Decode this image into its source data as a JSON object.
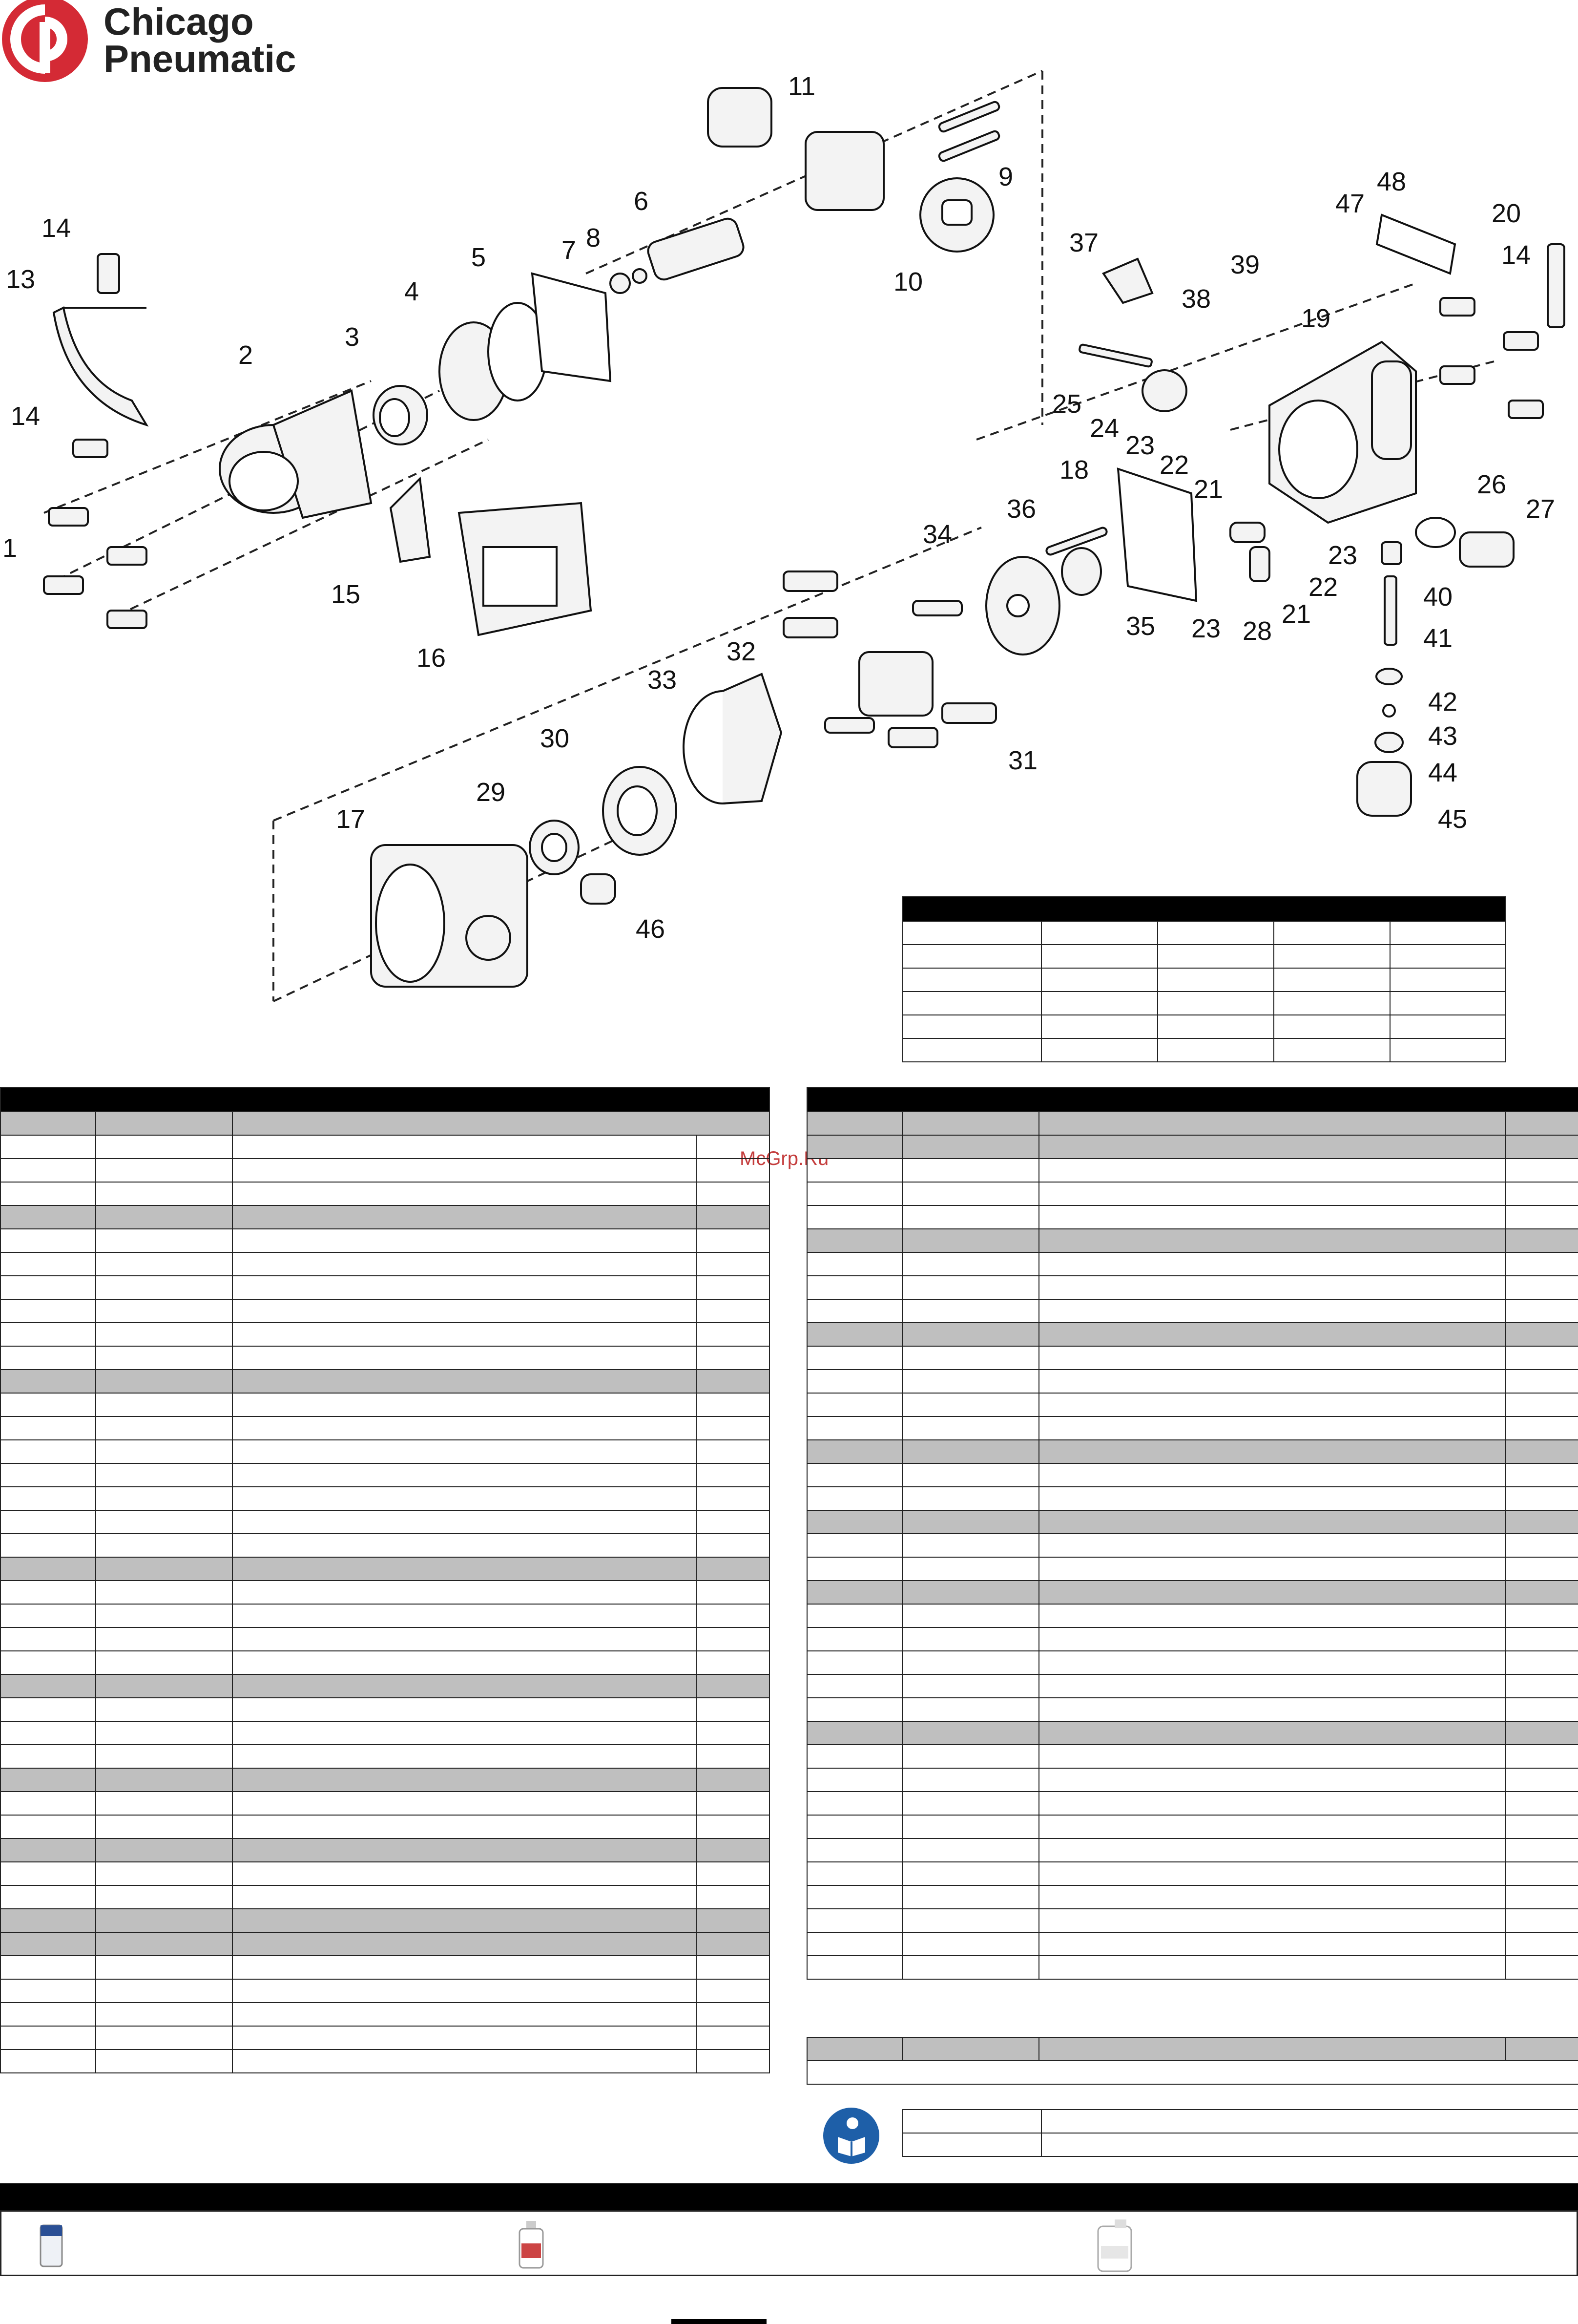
{
  "brand": {
    "name_line1": "Chicago",
    "name_line2": "Pneumatic"
  },
  "watermark": "McGrp.Ru",
  "callouts": [
    "1",
    "2",
    "3",
    "4",
    "5",
    "6",
    "7",
    "8",
    "9",
    "10",
    "11",
    "13",
    "14",
    "15",
    "16",
    "17",
    "18",
    "19",
    "20",
    "21",
    "22",
    "23",
    "24",
    "25",
    "26",
    "27",
    "28",
    "29",
    "30",
    "31",
    "32",
    "33",
    "34",
    "35",
    "36",
    "37",
    "38",
    "39",
    "40",
    "41",
    "42",
    "43",
    "44",
    "45",
    "46",
    "47",
    "48"
  ],
  "icons": {
    "logo": "cp-logo",
    "manual": "read-manual-icon"
  },
  "colors": {
    "brand_red": "#d42a35",
    "header": "#000000",
    "section": "#bfbfbf",
    "manual_blue": "#1e5fa8"
  }
}
